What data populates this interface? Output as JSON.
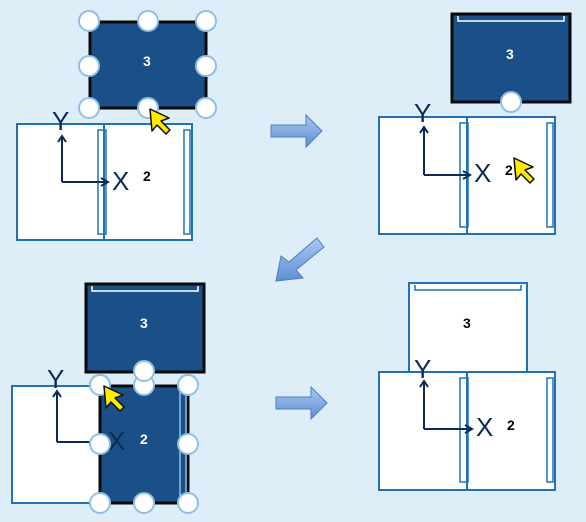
{
  "colors": {
    "background": "#ddeef9",
    "frame_blue": "#1f72b6",
    "panel_dark": "#1a4f88",
    "axis": "#0d2a55",
    "cursor": "#ffea00",
    "arrow_fill": "#7fa8e0",
    "handle_stroke": "#8fbfe6"
  },
  "icons": [
    "cursor-arrow-icon",
    "flow-arrow-icon"
  ],
  "scenes": [
    {
      "panel_top": "3",
      "panel_bottom": "2",
      "axis_x": "X",
      "axis_y": "Y"
    },
    {
      "panel_top": "3",
      "panel_bottom": "2",
      "axis_x": "X",
      "axis_y": "Y"
    },
    {
      "panel_top": "3",
      "panel_bottom": "2",
      "axis_x": "X",
      "axis_y": "Y"
    },
    {
      "panel_top": "3",
      "panel_bottom": "2",
      "axis_x": "X",
      "axis_y": "Y"
    }
  ]
}
